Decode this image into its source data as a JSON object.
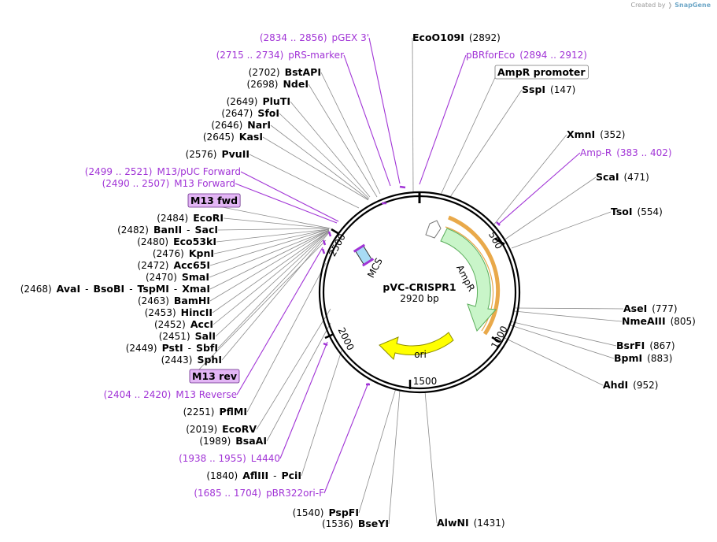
{
  "header": {
    "created_by": "Created by",
    "brand": "SnapGene"
  },
  "plasmid": {
    "name": "pVC-CRISPR1",
    "size": "2920 bp"
  },
  "ticks": [
    {
      "text": "500",
      "rot": 62
    },
    {
      "text": "1000",
      "rot": -62
    },
    {
      "text": "1500",
      "rot": 0
    },
    {
      "text": "2000",
      "rot": 64
    },
    {
      "text": "2500",
      "rot": -62
    }
  ],
  "features": {
    "ampr": "AmpR",
    "ori": "ori",
    "mcs": "MCS",
    "colors": {
      "ampr_fill": "#c9f5c9",
      "ampr_stroke": "#5cae5c",
      "ori_fill": "#ffff00",
      "promoter_fill": "#ffffff",
      "highlight": "#e9a94a",
      "primer": "#a134d6",
      "mcs_fill": "#a7dbf5",
      "box_fill": "#e3b6f5"
    }
  },
  "labels": [
    {
      "pos": "(2834 .. 2856)",
      "name": "pGEX 3'",
      "primer": true
    },
    {
      "name": "EcoO109I",
      "pos": "(2892)"
    },
    {
      "pos": "(2715 .. 2734)",
      "name": "pRS-marker",
      "primer": true
    },
    {
      "name": "pBRforEco",
      "pos": "(2894 .. 2912)",
      "primer": true
    },
    {
      "pos": "(2702)",
      "name": "BstAPI"
    },
    {
      "name": "AmpR promoter"
    },
    {
      "pos": "(2698)",
      "name": "NdeI"
    },
    {
      "name": "SspI",
      "pos": "(147)"
    },
    {
      "pos": "(2649)",
      "name": "PluTI"
    },
    {
      "pos": "(2647)",
      "name": "SfoI"
    },
    {
      "pos": "(2646)",
      "name": "NarI"
    },
    {
      "pos": "(2645)",
      "name": "KasI"
    },
    {
      "name": "XmnI",
      "pos": "(352)"
    },
    {
      "name": "Amp-R",
      "pos": "(383 .. 402)",
      "primer": true
    },
    {
      "pos": "(2576)",
      "name": "PvuII"
    },
    {
      "pos": "(2499 .. 2521)",
      "name": "M13/pUC Forward",
      "primer": true
    },
    {
      "name": "ScaI",
      "pos": "(471)"
    },
    {
      "pos": "(2490 .. 2507)",
      "name": "M13 Forward",
      "primer": true
    },
    {
      "name": "M13 fwd"
    },
    {
      "name": "TsoI",
      "pos": "(554)"
    },
    {
      "pos": "(2484)",
      "name": "EcoRI"
    },
    {
      "pos": "(2482)",
      "name": "BanII",
      "sep": "-",
      "name2": "SacI"
    },
    {
      "pos": "(2480)",
      "name": "Eco53kI"
    },
    {
      "pos": "(2476)",
      "name": "KpnI"
    },
    {
      "pos": "(2472)",
      "name": "Acc65I"
    },
    {
      "pos": "(2470)",
      "name": "SmaI"
    },
    {
      "pos": "(2468)",
      "name": "AvaI",
      "sep": "-",
      "name2": "BsoBI",
      "sep2": "-",
      "name3": "TspMI",
      "sep3": "-",
      "name4": "XmaI"
    },
    {
      "pos": "(2463)",
      "name": "BamHI"
    },
    {
      "pos": "(2453)",
      "name": "HincII"
    },
    {
      "pos": "(2452)",
      "name": "AccI"
    },
    {
      "pos": "(2451)",
      "name": "SalI"
    },
    {
      "pos": "(2449)",
      "name": "PstI",
      "sep": "-",
      "name2": "SbfI"
    },
    {
      "pos": "(2443)",
      "name": "SphI"
    },
    {
      "name": "AseI",
      "pos": "(777)"
    },
    {
      "name": "NmeAIII",
      "pos": "(805)"
    },
    {
      "name": "BsrFI",
      "pos": "(867)"
    },
    {
      "name": "BpmI",
      "pos": "(883)"
    },
    {
      "name": "AhdI",
      "pos": "(952)"
    },
    {
      "name": "M13 rev"
    },
    {
      "pos": "(2404 .. 2420)",
      "name": "M13 Reverse",
      "primer": true
    },
    {
      "pos": "(2251)",
      "name": "PflMI"
    },
    {
      "pos": "(2019)",
      "name": "EcoRV"
    },
    {
      "pos": "(1989)",
      "name": "BsaAI"
    },
    {
      "pos": "(1938 .. 1955)",
      "name": "L4440",
      "primer": true
    },
    {
      "pos": "(1840)",
      "name": "AflIII",
      "sep": "-",
      "name2": "PciI"
    },
    {
      "pos": "(1685 .. 1704)",
      "name": "pBR322ori-F",
      "primer": true
    },
    {
      "pos": "(1540)",
      "name": "PspFI"
    },
    {
      "pos": "(1536)",
      "name": "BseYI"
    },
    {
      "name": "AlwNI",
      "pos": "(1431)"
    }
  ]
}
